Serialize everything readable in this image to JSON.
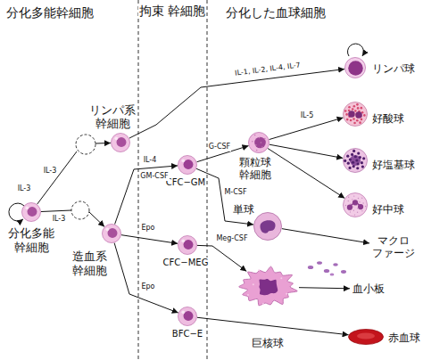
{
  "diagram": {
    "nodes": [
      {
        "text": [
          "分化多能 幹細胞"
        ]
      },
      {
        "text": [
          "リンパ系 幹細胞"
        ]
      },
      {
        "text": [
          "造血系 幹細胞"
        ]
      },
      {
        "text": [
          "CFC−GM"
        ]
      },
      {
        "text": [
          "CFC−MEG"
        ]
      },
      {
        "text": [
          "BFC−E"
        ]
      },
      {
        "text": [
          "顆粒球 幹細胞"
        ]
      },
      {
        "text": [
          "単球"
        ]
      },
      {
        "text": [
          "巨核球"
        ]
      },
      {
        "text": [
          "リンパ球"
        ]
      },
      {
        "text": [
          "好酸球"
        ]
      },
      {
        "text": [
          "好塩基球"
        ]
      },
      {
        "text": [
          "好中球"
        ]
      },
      {
        "text": [
          "マクロ ファージ"
        ]
      },
      {
        "text": [
          "血小板"
        ]
      },
      {
        "text": [
          "赤血球"
        ]
      }
    ],
    "edges": [
      {
        "from": 0,
        "to": 1,
        "arrow": "to",
        "label": "IL-3"
      },
      {
        "from": 0,
        "to": 2,
        "arrow": "to",
        "label": "IL-3"
      },
      {
        "from": 1,
        "to": 9,
        "arrow": "to",
        "label": "IL-1, IL-2, IL-4, IL-7"
      },
      {
        "from": 2,
        "to": 3,
        "arrow": "to",
        "label": "IL-4"
      },
      {
        "from": 2,
        "to": 4,
        "arrow": "to",
        "label": "Epo"
      },
      {
        "from": 2,
        "to": 5,
        "arrow": "to",
        "label": "Epo"
      },
      {
        "from": 3,
        "to": 6,
        "arrow": "to",
        "label": "G-CSF"
      },
      {
        "from": 3,
        "to": 7,
        "arrow": "to",
        "label": "M-CSF"
      },
      {
        "from": 4,
        "to": 8,
        "arrow": "to",
        "label": "Meg-CSF"
      },
      {
        "from": 5,
        "to": 15,
        "arrow": "to"
      },
      {
        "from": 6,
        "to": 10,
        "arrow": "to",
        "label": "IL-5"
      },
      {
        "from": 6,
        "to": 11,
        "arrow": "to"
      },
      {
        "from": 6,
        "to": 12,
        "arrow": "to"
      },
      {
        "from": 7,
        "to": 13,
        "arrow": "to"
      },
      {
        "from": 8,
        "to": 14,
        "arrow": "to"
      }
    ],
    "labels": [
      "分化多能幹細胞",
      "拘束 幹細胞",
      "分化した血球細胞",
      "IL-3",
      "GM-CSF"
    ]
  }
}
